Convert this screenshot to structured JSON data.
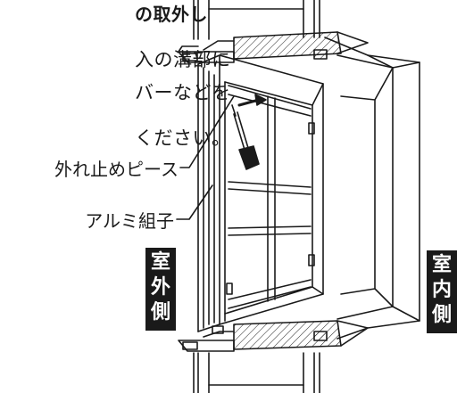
{
  "heading": "の取外し",
  "instructions": [
    "入の溝部に",
    "バーなどを",
    "ください。"
  ],
  "labels": {
    "removal_piece": "外れ止めピース",
    "aluminum_mullion": "アルミ組子"
  },
  "sides": {
    "outdoor": [
      "室",
      "外",
      "側"
    ],
    "indoor": [
      "室",
      "内",
      "側"
    ]
  },
  "colors": {
    "line": "#1a1a1a",
    "background": "#ffffff",
    "label_box": "#1a1a1a"
  }
}
